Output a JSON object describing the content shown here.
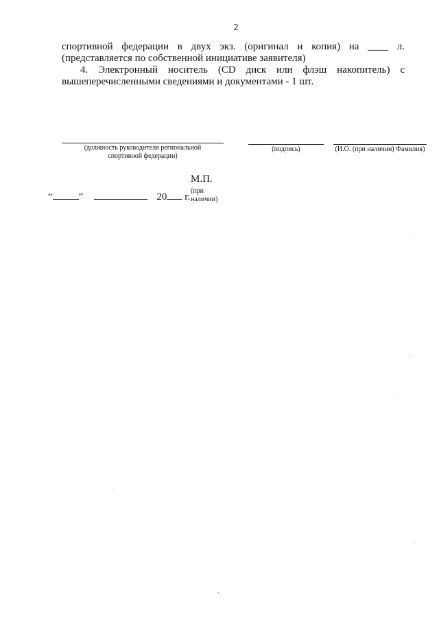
{
  "page_number": "2",
  "paragraphs": {
    "line1": "спортивной федерации в двух экз. (оригинал и копия) на ____ л.",
    "line2": "(представляется по собственной инициативе заявителя)",
    "line3": "4. Электронный носитель (CD диск или флэш накопитель) с",
    "line4": "вышеперечисленными сведениями и документами - 1 шт."
  },
  "signature": {
    "position_caption_1": "(должность руководителя региональной",
    "position_caption_2": "спортивной федерации)",
    "signature_caption": "(подпись)",
    "name_caption": "(И.О. (при наличии) Фамилия)"
  },
  "stamp": {
    "label": "М.П.",
    "note_1": "(при",
    "note_2": "наличии)"
  },
  "date": {
    "open_quote": "“",
    "close_quote": "”",
    "year_prefix": "20",
    "year_suffix": "г."
  }
}
